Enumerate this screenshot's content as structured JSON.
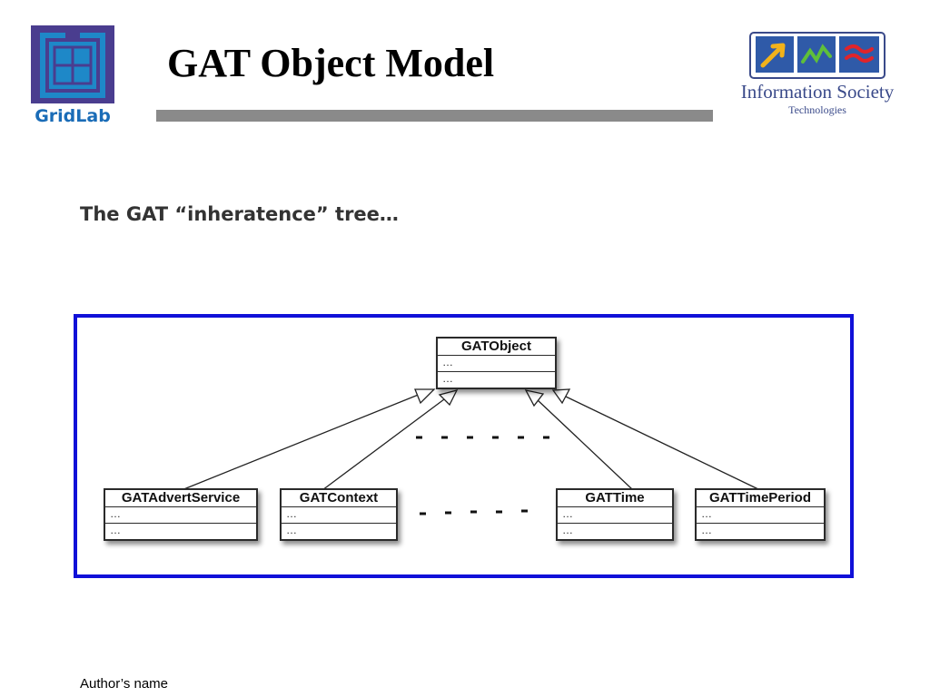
{
  "header": {
    "title": "GAT Object Model",
    "left_logo": {
      "name": "GridLab",
      "text_color": "#1a6cb7",
      "frame_color": "#4a3d8f",
      "tile_color": "#1e88c8"
    },
    "right_logo": {
      "line1": "Information Society",
      "line2": "Technologies",
      "text_color": "#3a4a8a"
    }
  },
  "subtitle": "The GAT “inheratence” tree…",
  "diagram": {
    "frame_color": "#1010d8",
    "base_class": {
      "name": "GATObject",
      "attributes": "…",
      "operations": "…"
    },
    "subclasses": [
      {
        "name": "GATAdvertService",
        "attributes": "…",
        "operations": "…"
      },
      {
        "name": "GATContext",
        "attributes": "…",
        "operations": "…"
      },
      {
        "name": "GATTime",
        "attributes": "…",
        "operations": "…"
      },
      {
        "name": "GATTimePeriod",
        "attributes": "…",
        "operations": "…"
      }
    ]
  },
  "footer": {
    "author": "Author’s name"
  }
}
